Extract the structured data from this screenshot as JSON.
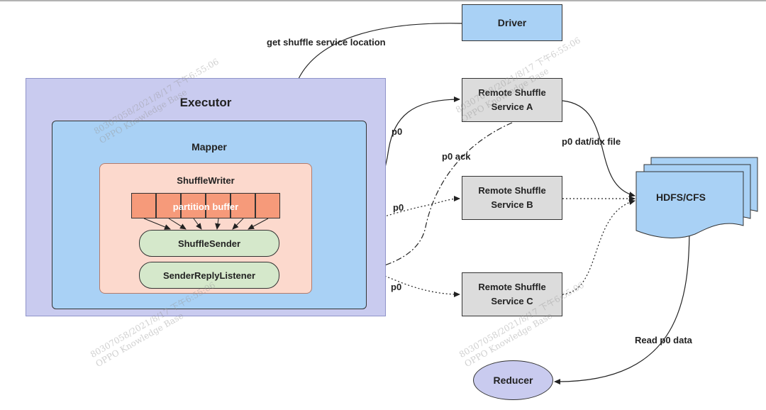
{
  "nodes": {
    "driver": "Driver",
    "executor": "Executor",
    "mapper": "Mapper",
    "shuffle_writer": "ShuffleWriter",
    "partition_buffer": "partition buffer",
    "shuffle_sender": "ShuffleSender",
    "sender_reply_listener": "SenderReplyListener",
    "rss_a": "Remote Shuffle Service A",
    "rss_b": "Remote Shuffle Service B",
    "rss_c": "Remote Shuffle Service C",
    "hdfs": "HDFS/CFS",
    "reducer": "Reducer"
  },
  "edges": {
    "get_location": "get shuffle service location",
    "p0_to_a": "p0",
    "p0_to_b": "p0",
    "p0_to_c": "p0",
    "p0_ack": "p0 ack",
    "dat_idx_file": "p0 dat/idx file",
    "read_data": "Read p0 data"
  },
  "watermarks": [
    {
      "line1": "80307058/2021/8/17 下午6:55:06",
      "line2": "OPPO Knowledge Base"
    },
    {
      "line1": "80307058/2021/8/17 下午6:55:06",
      "line2": "OPPO Knowledge Base"
    },
    {
      "line1": "80307058/2021/8/17 下午6:55:06",
      "line2": "OPPO Knowledge Base"
    },
    {
      "line1": "80307058/2021/8/17 下午6:55:06",
      "line2": "OPPO Knowledge Base"
    }
  ],
  "colors": {
    "executor_fill": "#c9cbef",
    "mapper_fill": "#a9d1f5",
    "writer_fill": "#fcd9cd",
    "buffer_fill": "#f69a7a",
    "pill_fill": "#d5e8cb",
    "service_fill": "#dcdcdc",
    "hdfs_fill": "#a9d1f5"
  }
}
